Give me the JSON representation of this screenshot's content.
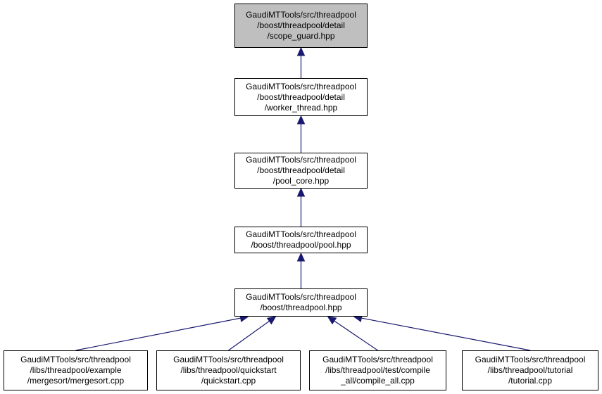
{
  "graph": {
    "colors": {
      "edge": "#191970",
      "highlight_fill": "#bfbfbf",
      "node_fill": "#ffffff",
      "border": "#000000"
    },
    "nodes": {
      "scope_guard": [
        "GaudiMTTools/src/threadpool",
        "/boost/threadpool/detail",
        "/scope_guard.hpp"
      ],
      "worker_thread": [
        "GaudiMTTools/src/threadpool",
        "/boost/threadpool/detail",
        "/worker_thread.hpp"
      ],
      "pool_core": [
        "GaudiMTTools/src/threadpool",
        "/boost/threadpool/detail",
        "/pool_core.hpp"
      ],
      "pool": [
        "GaudiMTTools/src/threadpool",
        "/boost/threadpool/pool.hpp"
      ],
      "threadpool": [
        "GaudiMTTools/src/threadpool",
        "/boost/threadpool.hpp"
      ],
      "mergesort": [
        "GaudiMTTools/src/threadpool",
        "/libs/threadpool/example",
        "/mergesort/mergesort.cpp"
      ],
      "quickstart": [
        "GaudiMTTools/src/threadpool",
        "/libs/threadpool/quickstart",
        "/quickstart.cpp"
      ],
      "compile_all": [
        "GaudiMTTools/src/threadpool",
        "/libs/threadpool/test/compile",
        "_all/compile_all.cpp"
      ],
      "tutorial": [
        "GaudiMTTools/src/threadpool",
        "/libs/threadpool/tutorial",
        "/tutorial.cpp"
      ]
    },
    "edges": [
      [
        "worker_thread",
        "scope_guard"
      ],
      [
        "pool_core",
        "worker_thread"
      ],
      [
        "pool",
        "pool_core"
      ],
      [
        "threadpool",
        "pool"
      ],
      [
        "mergesort",
        "threadpool"
      ],
      [
        "quickstart",
        "threadpool"
      ],
      [
        "compile_all",
        "threadpool"
      ],
      [
        "tutorial",
        "threadpool"
      ]
    ]
  }
}
